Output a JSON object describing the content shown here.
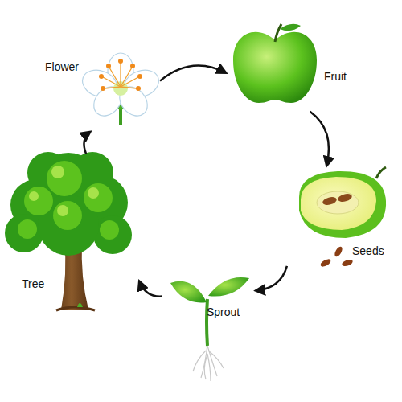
{
  "diagram": {
    "nodes": [
      {
        "text": [
          "Flower"
        ]
      },
      {
        "text": [
          "Fruit"
        ]
      },
      {
        "text": [
          "Seeds"
        ]
      },
      {
        "text": [
          "Sprout"
        ]
      },
      {
        "text": [
          "Tree"
        ]
      }
    ],
    "edges": [
      {
        "from": 0,
        "to": 1,
        "arrow": "to"
      },
      {
        "from": 1,
        "to": 2,
        "arrow": "to"
      },
      {
        "from": 2,
        "to": 3,
        "arrow": "to"
      },
      {
        "from": 3,
        "to": 4,
        "arrow": "to"
      },
      {
        "from": 4,
        "to": 0,
        "arrow": "to"
      }
    ]
  }
}
